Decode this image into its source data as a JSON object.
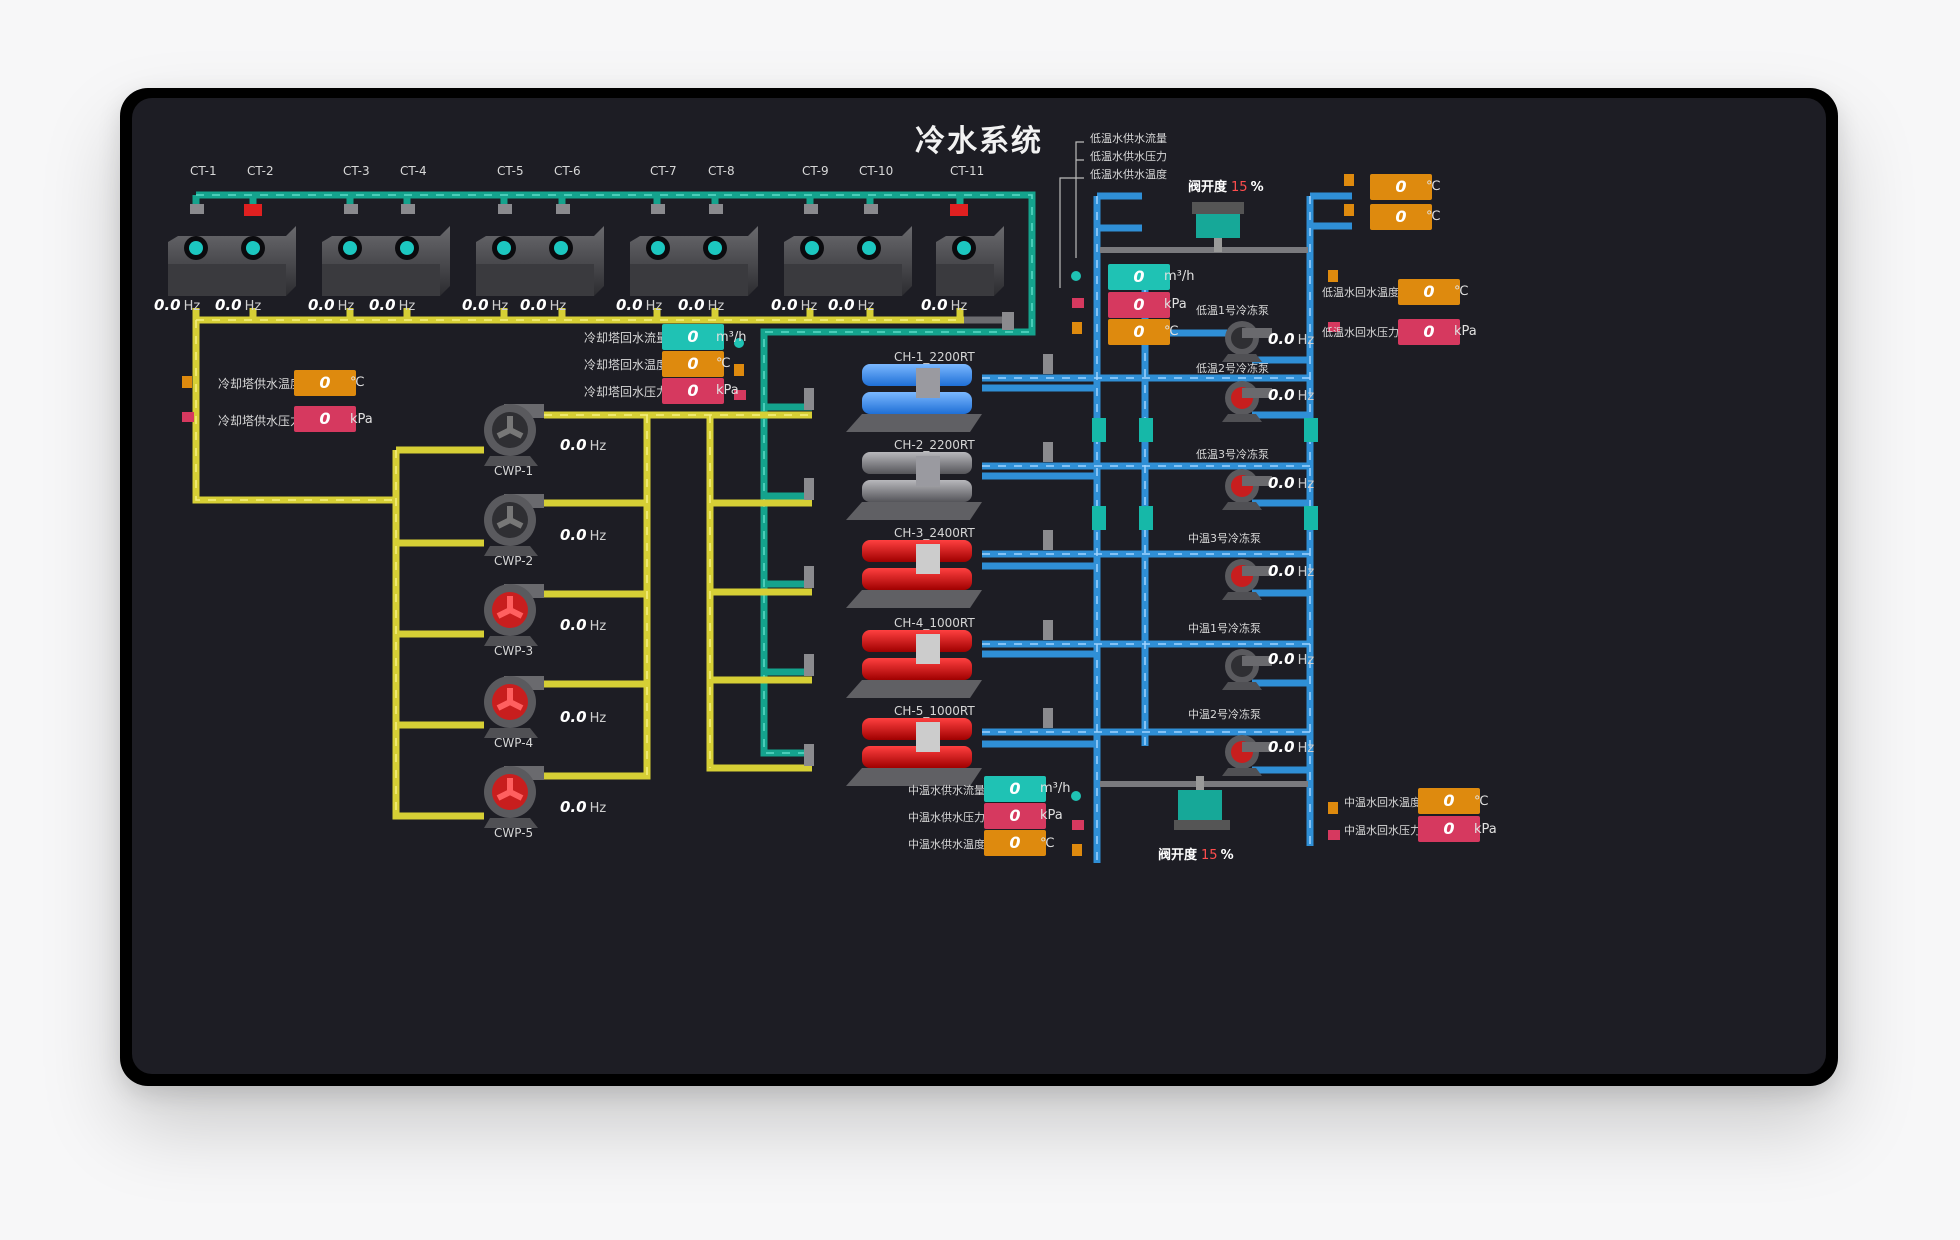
{
  "title": "冷水系统",
  "towers": {
    "labels": [
      "CT-1",
      "CT-2",
      "CT-3",
      "CT-4",
      "CT-5",
      "CT-6",
      "CT-7",
      "CT-8",
      "CT-9",
      "CT-10",
      "CT-11"
    ],
    "hz": [
      "0.0",
      "0.0",
      "0.0",
      "0.0",
      "0.0",
      "0.0",
      "0.0",
      "0.0",
      "0.0",
      "0.0",
      "0.0"
    ],
    "hz_unit": "Hz"
  },
  "cooling_supply": {
    "temp_label": "冷却塔供水温度",
    "temp_value": "0",
    "temp_unit": "℃",
    "pressure_label": "冷却塔供水压力",
    "pressure_value": "0",
    "pressure_unit": "kPa"
  },
  "cooling_return": {
    "flow_label": "冷却塔回水流量",
    "flow_value": "0",
    "flow_unit": "m³/h",
    "temp_label": "冷却塔回水温度",
    "temp_value": "0",
    "temp_unit": "℃",
    "pressure_label": "冷却塔回水压力",
    "pressure_value": "0",
    "pressure_unit": "kPa"
  },
  "cwp": {
    "labels": [
      "CWP-1",
      "CWP-2",
      "CWP-3",
      "CWP-4",
      "CWP-5"
    ],
    "hz": [
      "0.0",
      "0.0",
      "0.0",
      "0.0",
      "0.0"
    ]
  },
  "chillers": [
    "CH-1_2200RT",
    "CH-2_2200RT",
    "CH-3_2400RT",
    "CH-4_1000RT",
    "CH-5_1000RT"
  ],
  "low_supply": {
    "legend": [
      "低温水供水流量",
      "低温水供水压力",
      "低温水供水温度"
    ],
    "flow_value": "0",
    "flow_unit": "m³/h",
    "pressure_value": "0",
    "pressure_unit": "kPa",
    "temp_value": "0",
    "temp_unit": "℃"
  },
  "valve_top": {
    "label": "阀开度",
    "value": "15",
    "unit": "%"
  },
  "valve_bottom": {
    "label": "阀开度",
    "value": "15",
    "unit": "%"
  },
  "right_top": {
    "value1": "0",
    "unit1": "℃",
    "value2": "0",
    "unit2": "℃",
    "return_temp_label": "低温水回水温度",
    "return_temp_value": "0",
    "return_temp_unit": "℃",
    "return_pressure_label": "低温水回水压力",
    "return_pressure_value": "0",
    "return_pressure_unit": "kPa"
  },
  "chw_pumps": {
    "labels": [
      "低温1号冷冻泵",
      "低温2号冷冻泵",
      "低温3号冷冻泵",
      "中温3号冷冻泵",
      "中温1号冷冻泵",
      "中温2号冷冻泵"
    ],
    "hz": [
      "0.0",
      "0.0",
      "0.0",
      "0.0",
      "0.0",
      "0.0"
    ]
  },
  "mid_supply": {
    "flow_label": "中温水供水流量",
    "flow_value": "0",
    "flow_unit": "m³/h",
    "pressure_label": "中温水供水压力",
    "pressure_value": "0",
    "pressure_unit": "kPa",
    "temp_label": "中温水供水温度",
    "temp_value": "0",
    "temp_unit": "℃"
  },
  "mid_return": {
    "temp_label": "中温水回水温度",
    "temp_value": "0",
    "temp_unit": "℃",
    "pressure_label": "中温水回水压力",
    "pressure_value": "0",
    "pressure_unit": "kPa"
  }
}
